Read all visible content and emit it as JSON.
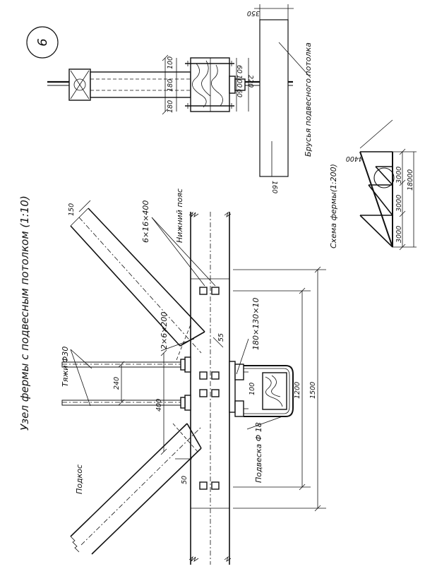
{
  "title": "Узел фермы с подвесным потолком (1:10)",
  "sheet_number": "6",
  "labels": {
    "tie_rods": "Тяжи Ф30",
    "strut": "Подкос",
    "bottom_chord": "Нижний пояс",
    "bolt_bottom": "6×16×400",
    "bolt_mid": "2×6×200",
    "washer": "180×130×10",
    "hanger": "Подвеска Ф 18",
    "ceiling_beam": "Брусья подвесного потолка",
    "truss_scheme": "Схема фермы(1:200)"
  },
  "dims": {
    "d150": "150",
    "d240": "240",
    "d400": "400",
    "d55": "55",
    "d50": "50",
    "d100w": "100",
    "d1200": "1200",
    "d1500": "1500",
    "s350": "350",
    "s100": "100",
    "s180a": "180",
    "s180b": "180",
    "s60a": "60",
    "s100b": "100",
    "s60b": "60",
    "s220": "220",
    "s160": "160",
    "t4400": "4400",
    "t3000a": "3000",
    "t3000b": "3000",
    "t3000c": "3000",
    "t18000": "18000"
  }
}
